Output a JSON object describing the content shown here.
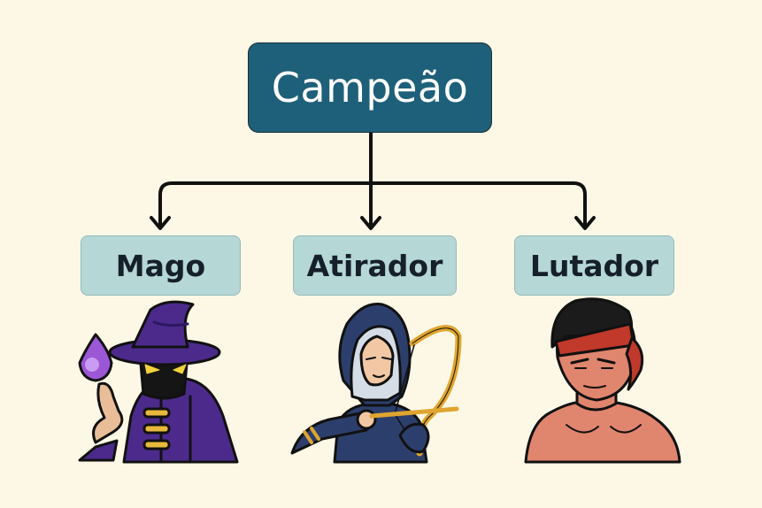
{
  "diagram": {
    "root": {
      "label": "Campeão"
    },
    "children": [
      {
        "label": "Mago",
        "icon": "wizard-icon"
      },
      {
        "label": "Atirador",
        "icon": "archer-icon"
      },
      {
        "label": "Lutador",
        "icon": "fighter-icon"
      }
    ]
  },
  "colors": {
    "background": "#fdf8e6",
    "root_fill": "#1e6079",
    "child_fill": "#b5d7d6",
    "connector": "#111111"
  }
}
